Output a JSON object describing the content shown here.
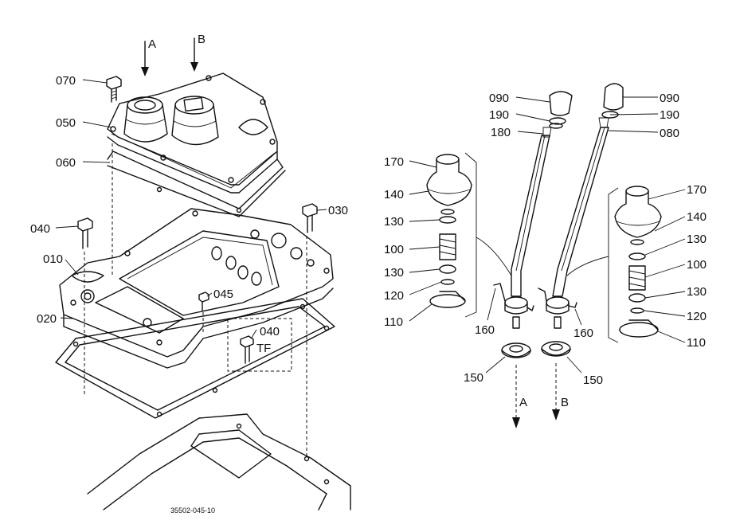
{
  "drawing": {
    "code": "35502-045-10"
  },
  "callouts": {
    "p070": "070",
    "p050": "050",
    "p060": "060",
    "p040a": "040",
    "p030": "030",
    "p010": "010",
    "p020": "020",
    "p045": "045",
    "p040tf": "040",
    "tf": "TF",
    "p090a": "090",
    "p190a": "190",
    "p180": "180",
    "p170a": "170",
    "p140a": "140",
    "p130a": "130",
    "p100a": "100",
    "p130b": "130",
    "p120a": "120",
    "p110a": "110",
    "p160a": "160",
    "p150a": "150",
    "p090b": "090",
    "p190b": "190",
    "p080": "080",
    "p170b": "170",
    "p140b": "140",
    "p130c": "130",
    "p100b": "100",
    "p130d": "130",
    "p120b": "120",
    "p110b": "110",
    "p160b": "160",
    "p150b": "150"
  },
  "arrows": {
    "a_top": "A",
    "b_top": "B",
    "a_bottom": "A",
    "b_bottom": "B"
  }
}
